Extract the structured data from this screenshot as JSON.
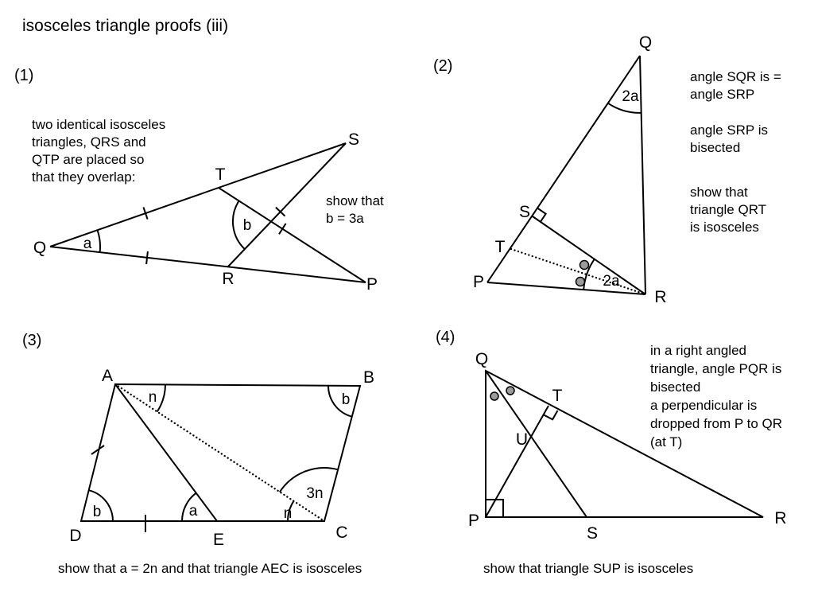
{
  "title": "isosceles triangle proofs (iii)",
  "colors": {
    "ink": "#000000",
    "dot_fill": "#9c9c9c"
  },
  "p1": {
    "number": "(1)",
    "desc": [
      "two identical isosceles",
      "triangles, QRS and",
      "QTP are placed so",
      "that they overlap:"
    ],
    "note": [
      "show that",
      "b = 3a"
    ],
    "labels": {
      "Q": "Q",
      "S": "S",
      "P": "P",
      "T": "T",
      "R": "R",
      "angle_a": "a",
      "angle_b": "b"
    }
  },
  "p2": {
    "number": "(2)",
    "notes": [
      [
        "angle SQR is =",
        "angle SRP"
      ],
      [
        "angle SRP is",
        "bisected"
      ],
      [
        "show that",
        "triangle QRT",
        "is isosceles"
      ]
    ],
    "labels": {
      "Q": "Q",
      "P": "P",
      "R": "R",
      "S": "S",
      "T": "T",
      "angle_q": "2a",
      "angle_r": "2a"
    }
  },
  "p3": {
    "number": "(3)",
    "caption": "show that a = 2n and that triangle AEC is isosceles",
    "labels": {
      "A": "A",
      "B": "B",
      "C": "C",
      "D": "D",
      "E": "E",
      "angle_n_a": "n",
      "angle_b_b": "b",
      "angle_b_d": "b",
      "angle_a_e": "a",
      "angle_n_c": "n",
      "angle_3n_c": "3n"
    }
  },
  "p4": {
    "number": "(4)",
    "notes": [
      "in a right angled",
      "triangle, angle PQR is",
      "bisected",
      "a perpendicular is",
      "dropped from P to QR",
      "(at T)"
    ],
    "caption": "show that triangle SUP is isosceles",
    "labels": {
      "Q": "Q",
      "P": "P",
      "R": "R",
      "S": "S",
      "T": "T",
      "U": "U"
    }
  }
}
